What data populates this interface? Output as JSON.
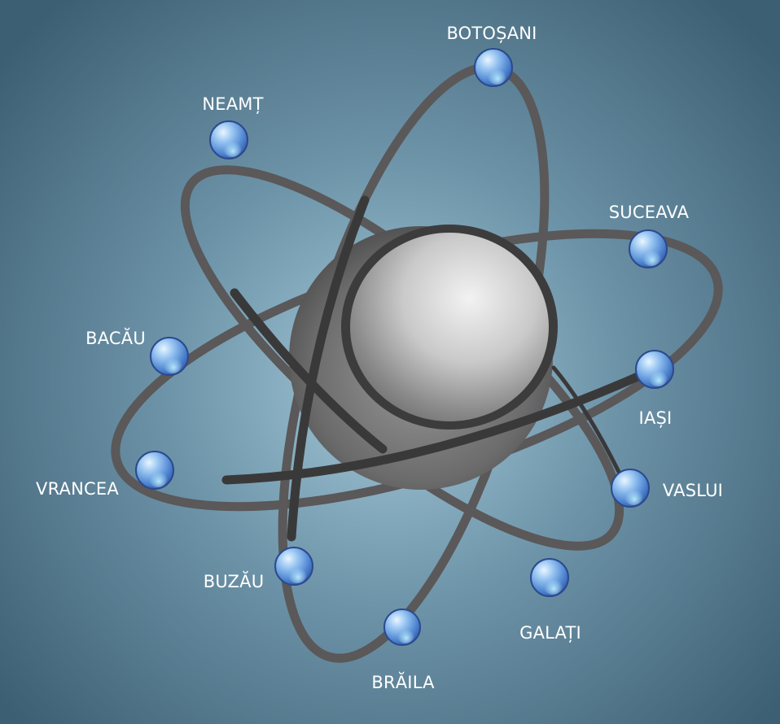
{
  "diagram": {
    "counties": [
      {
        "id": "botosani",
        "label": "BOTOȘANI"
      },
      {
        "id": "neamt",
        "label": "NEAMȚ"
      },
      {
        "id": "suceava",
        "label": "SUCEAVA"
      },
      {
        "id": "bacau",
        "label": "BACĂU"
      },
      {
        "id": "iasi",
        "label": "IAȘI"
      },
      {
        "id": "vrancea",
        "label": "VRANCEA"
      },
      {
        "id": "vaslui",
        "label": "VASLUI"
      },
      {
        "id": "buzau",
        "label": "BUZĂU"
      },
      {
        "id": "galati",
        "label": "GALAȚI"
      },
      {
        "id": "braila",
        "label": "BRĂILA"
      }
    ],
    "colors": {
      "background_center": "#9ec3d4",
      "background_edge": "#3d5f73",
      "orbit": "#5a5859",
      "electron": "#5b93d6",
      "nucleus": "#8f8f8f"
    }
  }
}
